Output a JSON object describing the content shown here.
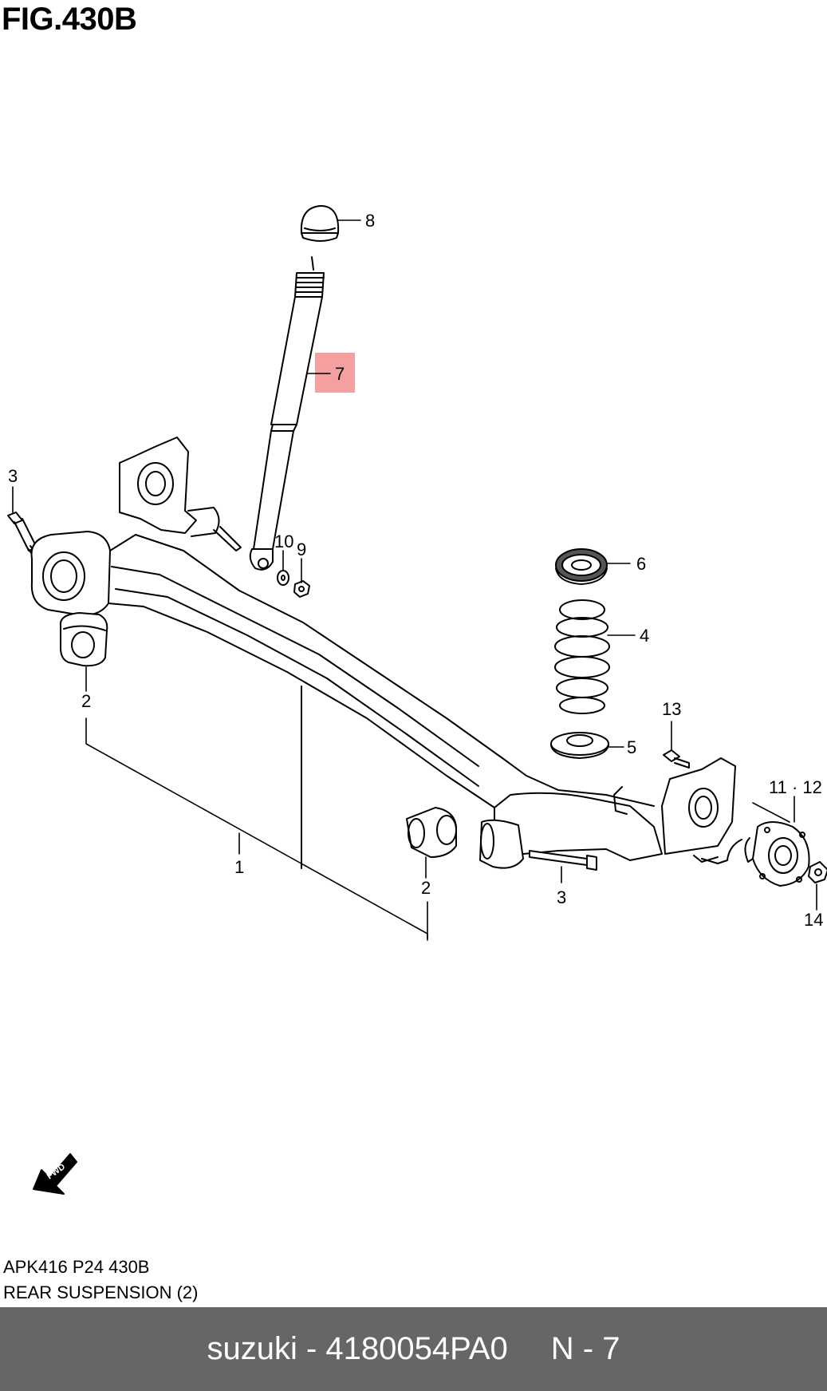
{
  "figure": {
    "title": "FIG.430B",
    "fwd_label": "FWD",
    "callouts": [
      {
        "id": "c8",
        "text": "8"
      },
      {
        "id": "c7",
        "text": "7"
      },
      {
        "id": "c3a",
        "text": "3"
      },
      {
        "id": "c10",
        "text": "10"
      },
      {
        "id": "c9",
        "text": "9"
      },
      {
        "id": "c6",
        "text": "6"
      },
      {
        "id": "c4",
        "text": "4"
      },
      {
        "id": "c2a",
        "text": "2"
      },
      {
        "id": "c13",
        "text": "13"
      },
      {
        "id": "c5",
        "text": "5"
      },
      {
        "id": "c1112",
        "text": "11 · 12"
      },
      {
        "id": "c1",
        "text": "1"
      },
      {
        "id": "c2b",
        "text": "2"
      },
      {
        "id": "c3b",
        "text": "3"
      },
      {
        "id": "c14",
        "text": "14"
      }
    ],
    "highlight_color": "#f4a0a0"
  },
  "caption": {
    "code": "APK416 P24 430B",
    "name": "REAR SUSPENSION (2)"
  },
  "footer": {
    "part": "suzuki - 4180054PA0",
    "qty": "N - 7",
    "bg_color": "#666666"
  }
}
